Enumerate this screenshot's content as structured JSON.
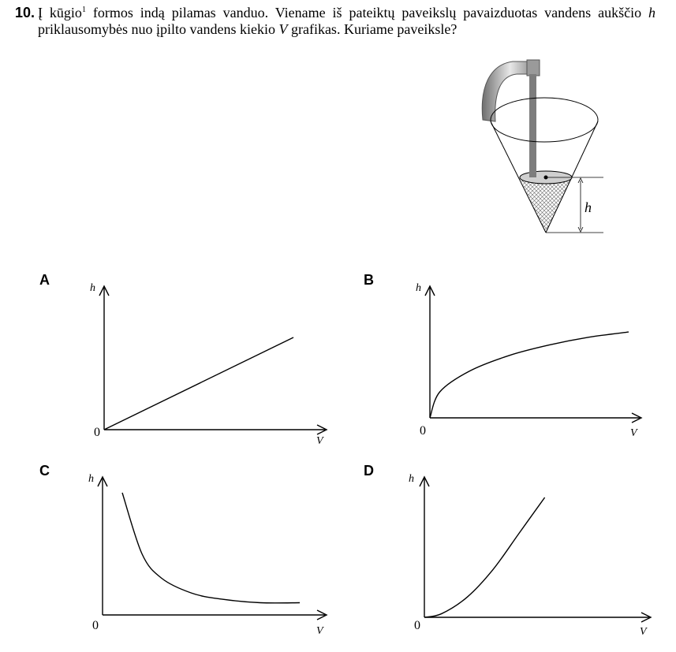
{
  "question": {
    "number": "10.",
    "text_part1": "Į kūgio",
    "footnote": "1",
    "text_part2": " formos indą pilamas vanduo. Viename iš pateiktų paveikslų pavaizduotas vandens aukščio ",
    "var_h": "h",
    "text_part3": " priklausomybės nuo įpilto vandens kiekio ",
    "var_V": "V",
    "text_part4": " grafikas. Kuriame paveiksle?"
  },
  "illustration": {
    "height_label": "h"
  },
  "chart_data": [
    {
      "type": "line",
      "panel": "A",
      "xlabel": "V",
      "ylabel": "h",
      "origin": "0",
      "shape": "linear",
      "x": [
        0,
        1
      ],
      "y": [
        0,
        0.65
      ]
    },
    {
      "type": "line",
      "panel": "B",
      "xlabel": "V",
      "ylabel": "h",
      "origin": "0",
      "shape": "square-root (concave increasing)",
      "x": [
        0,
        0.05,
        0.2,
        0.4,
        0.6,
        0.8,
        1
      ],
      "y": [
        0,
        0.2,
        0.36,
        0.48,
        0.56,
        0.62,
        0.66
      ]
    },
    {
      "type": "line",
      "panel": "C",
      "xlabel": "V",
      "ylabel": "h",
      "origin": "0",
      "shape": "decreasing (hyperbolic)",
      "x": [
        0.1,
        0.2,
        0.3,
        0.45,
        0.6,
        0.8,
        1
      ],
      "y": [
        1,
        0.5,
        0.3,
        0.18,
        0.13,
        0.1,
        0.1
      ]
    },
    {
      "type": "line",
      "panel": "D",
      "xlabel": "V",
      "ylabel": "h",
      "origin": "0",
      "shape": "convex increasing",
      "x": [
        0,
        0.1,
        0.25,
        0.4,
        0.55,
        0.7
      ],
      "y": [
        0,
        0.03,
        0.17,
        0.4,
        0.7,
        1
      ]
    }
  ]
}
